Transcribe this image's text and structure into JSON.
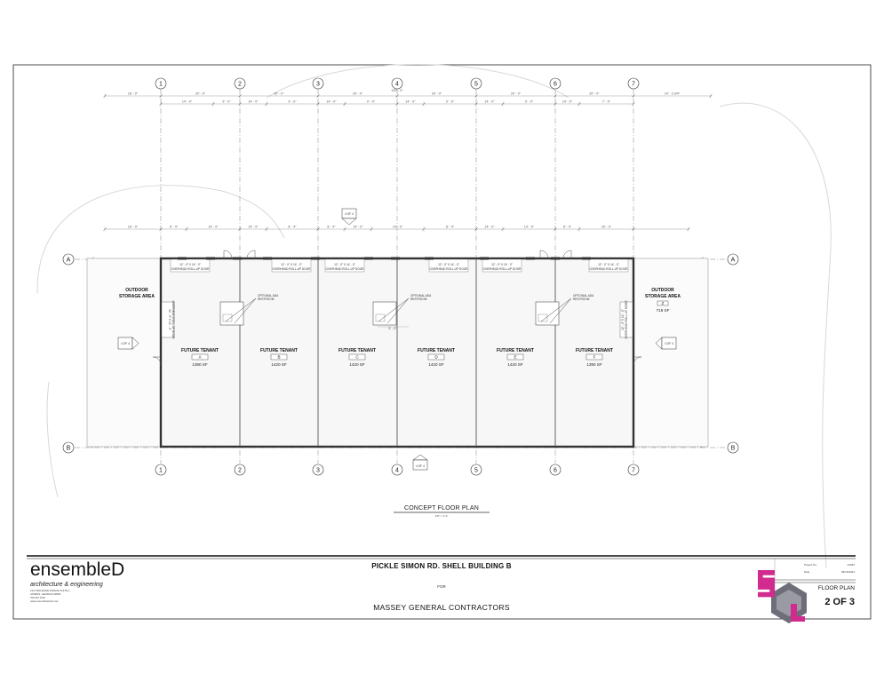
{
  "plan": {
    "title": "CONCEPT FLOOR PLAN",
    "scale": "1/8\" = 1'-0\"",
    "grid_columns": [
      "1",
      "2",
      "3",
      "4",
      "5",
      "6",
      "7"
    ],
    "grid_rows": [
      "A",
      "B"
    ],
    "tenants": [
      {
        "label": "FUTURE TENANT",
        "unit": "A",
        "area": "1390 SF"
      },
      {
        "label": "FUTURE TENANT",
        "unit": "B",
        "area": "1420 SF"
      },
      {
        "label": "FUTURE TENANT",
        "unit": "C",
        "area": "1420 SF"
      },
      {
        "label": "FUTURE TENANT",
        "unit": "D",
        "area": "1420 SF"
      },
      {
        "label": "FUTURE TENANT",
        "unit": "E",
        "area": "1420 SF"
      },
      {
        "label": "FUTURE TENANT",
        "unit": "F",
        "area": "1390 SF"
      }
    ],
    "storage_left": {
      "line1": "OUTDOOR",
      "line2": "STORAGE AREA"
    },
    "storage_right": {
      "line1": "OUTDOOR",
      "line2": "STORAGE AREA",
      "tag": "Z",
      "area": "718 SF"
    },
    "door_size": "12' - 0\" X 14' - 0\"",
    "door_label": "OVERHEAD ROLL-UP DOOR",
    "side_door_size": "12' - 0\" X 14' - 0\"",
    "side_door_label": "OVERHEAD ROLL-UP DOOR",
    "restroom_note_1": "OPTIONAL ADA",
    "restroom_note_2": "RESTROOM",
    "top_dims_row1": [
      "18' - 0\"",
      "20' - 0\"",
      "20' - 0\"",
      "20' - 0\"",
      "20' - 0\"",
      "20' - 0\"",
      "20' - 0\"",
      "14' - 3 3/4\""
    ],
    "top_dims_row2": [
      "14' - 0\"",
      "9' - 0\"",
      "14' - 0\"",
      "9' - 0\"",
      "14' - 0\"",
      "9' - 0\"",
      "14' - 0\"",
      "9' - 0\"",
      "14' - 0\"",
      "9' - 0\"",
      "14' - 0\"",
      "7' - 0\"",
      "18' - 0\""
    ],
    "overall_dim": "120' - 0\"",
    "mid_dims": [
      "16' - 0\"",
      "8' - 4\"",
      "14' - 0\"",
      "14' - 0\"",
      "8' - 4\"",
      "8' - 4\"",
      "14' - 0\"",
      "14' - 0\"",
      "8' - 4\"",
      "14' - 0\"",
      "14' - 0\"",
      "8' - 4\"",
      "16' - 0\""
    ],
    "left_dims": [
      "16' - 0\"",
      "40' - 0\"",
      "13' - 4\"",
      "7' - 4\"",
      "20' - 0\""
    ],
    "right_dims": [
      "16' - 0\"",
      "40' - 0\"",
      "13' - 4\"",
      "7' - 4\"",
      "20' - 0\""
    ],
    "inner_dim": "5' - 4\"",
    "section_tag_top": "4 OF 4",
    "section_tag_bottom": "4 OF 4",
    "section_tag_left": "4 OF 4",
    "section_tag_right": "4 OF 4"
  },
  "title_block": {
    "firm_name": "ensembleD",
    "firm_tagline": "architecture & engineering",
    "firm_address_1": "1211 MILLEDGE AVENUE SUITE A",
    "firm_address_2": "ATHENS, GEORGIA 30605",
    "firm_phone": "706.207.9701",
    "firm_web": "www.ensembledarch.com",
    "project_title": "PICKLE SIMON RD. SHELL BUILDING B",
    "for_text": "FOR",
    "client": "MASSEY GENERAL CONTRACTORS",
    "project_no_label": "Project No.",
    "project_no_value": "24043",
    "date_label": "Date",
    "date_value": "08/16/2024",
    "sheet_name": "FLOOR PLAN",
    "sheet_number": "2 OF 3"
  },
  "colors": {
    "wall": "#333333",
    "line": "#666666",
    "watermark_gray": "#6e6e78",
    "watermark_pink": "#d12b8f"
  }
}
